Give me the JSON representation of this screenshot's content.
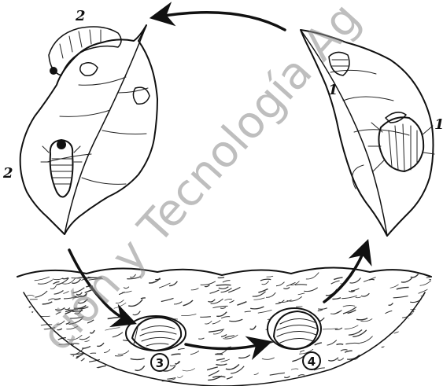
{
  "stages": {
    "adult_beetle_top_label": "1",
    "adult_beetle_side_label": "1",
    "larva_top_label": "2",
    "larva_leaf_label": "2",
    "pupa_label": "3",
    "pupa_emerging_label": "4"
  },
  "watermark": {
    "text": "ción y Tecnología Ag"
  },
  "colors": {
    "ink": "#111111",
    "soil_texture": "#333333",
    "background": "#ffffff",
    "watermark": "#8a8a8a"
  }
}
